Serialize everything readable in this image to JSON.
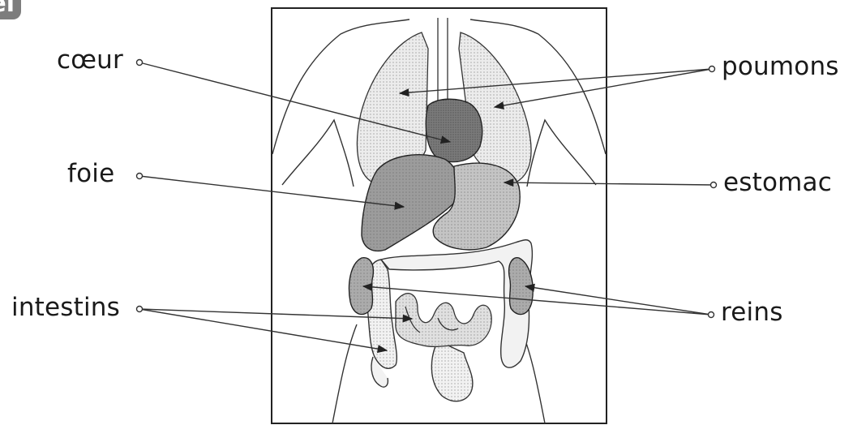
{
  "corner_badge": {
    "text": "el"
  },
  "labels": {
    "coeur": "cœur",
    "poumons": "poumons",
    "foie": "foie",
    "estomac": "estomac",
    "intestins": "intestins",
    "reins": "reins"
  },
  "colors": {
    "outline": "#222222",
    "leader_line": "#333333",
    "lung_fill": "#e6e6e6",
    "heart_fill": "#6e6e6e",
    "liver_fill": "#9a9a9a",
    "stomach_fill": "#bdbdbd",
    "intestine_fill": "#efefef",
    "kidney_fill": "#a8a8a8",
    "badge": "#7d7d7d"
  }
}
